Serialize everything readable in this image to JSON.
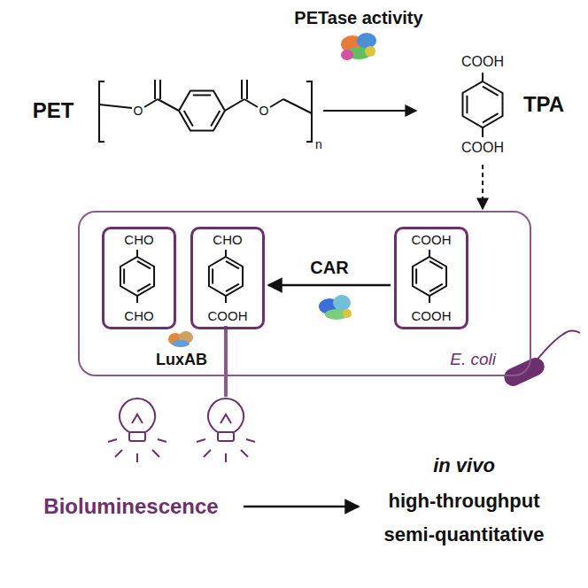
{
  "diagram": {
    "nodes": [
      {
        "text": [
          "E. coli"
        ]
      },
      {
        "text": [
          "CHO",
          "CHO"
        ],
        "in": 0
      },
      {
        "text": [
          "CHO",
          "COOH"
        ],
        "in": 0
      },
      {
        "text": [
          "COOH",
          "COOH"
        ],
        "in": 0
      }
    ],
    "edges": [
      {
        "from": 3,
        "to": 2,
        "arrow": "to",
        "label": "CAR"
      }
    ],
    "labels": [
      "PETase activity",
      "PET",
      "O",
      "O",
      "n",
      "COOH",
      "COOH",
      "TPA",
      "LuxAB",
      "Bioluminescence",
      "in vivo",
      "high-throughput",
      "semi-quantitative"
    ]
  }
}
